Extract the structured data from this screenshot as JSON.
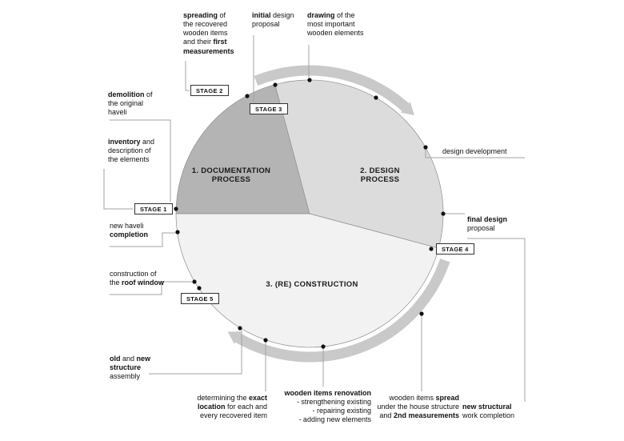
{
  "slices": [
    {
      "label": "1. DOCUMENTATION\nPROCESS",
      "color": "#b4b4b4"
    },
    {
      "label": "2. DESIGN\nPROCESS",
      "color": "#dcdcdc"
    },
    {
      "label": "3. (RE) CONSTRUCTION",
      "color": "#f2f2f2"
    }
  ],
  "stages": [
    {
      "label": "STAGE 1"
    },
    {
      "label": "STAGE 2"
    },
    {
      "label": "STAGE 3"
    },
    {
      "label": "STAGE 4"
    },
    {
      "label": "STAGE 5"
    }
  ],
  "colors": {
    "flow_band": "#c9c9c9",
    "dot": "#111111"
  },
  "annotations": {
    "spreading": {
      "b1": "spreading",
      "t1": " of\nthe recovered\nwooden items\nand their ",
      "b2": "first\nmeasurements"
    },
    "initial_design": {
      "b1": "initial",
      "t1": " design\nproposal"
    },
    "drawing": {
      "b1": "drawing",
      "t1": " of the\nmost important\nwooden elements"
    },
    "demolition": {
      "b1": "demolition",
      "t1": " of\nthe original\nhaveli"
    },
    "inventory": {
      "b1": "inventory",
      "t1": " and\ndescription of\nthe elements"
    },
    "design_development": {
      "t1": "design development"
    },
    "final_design": {
      "b1": "final design",
      "t1": "\nproposal"
    },
    "new_haveli": {
      "t1": "new haveli\n",
      "b1": "completion"
    },
    "roof_window": {
      "t1": "construction of\nthe ",
      "b1": "roof window"
    },
    "old_new_structure": {
      "b1": "old",
      "t1": " and ",
      "b2": "new\nstructure",
      "t2": "\nassembly"
    },
    "determining": {
      "t1": "determining the ",
      "b1": "exact\nlocation",
      "t2": " for each and\nevery recovered item"
    },
    "renovation": {
      "b1": "wooden items renovation",
      "t1": "\n- strengthening existing\n- repairing existing\n- adding new elements"
    },
    "spread": {
      "t1": "wooden items ",
      "b1": "spread",
      "t2": "\nunder the house structure\nand ",
      "b2": "2nd measurements"
    },
    "structural": {
      "b1": "new structural",
      "t1": "\nwork completion"
    }
  }
}
